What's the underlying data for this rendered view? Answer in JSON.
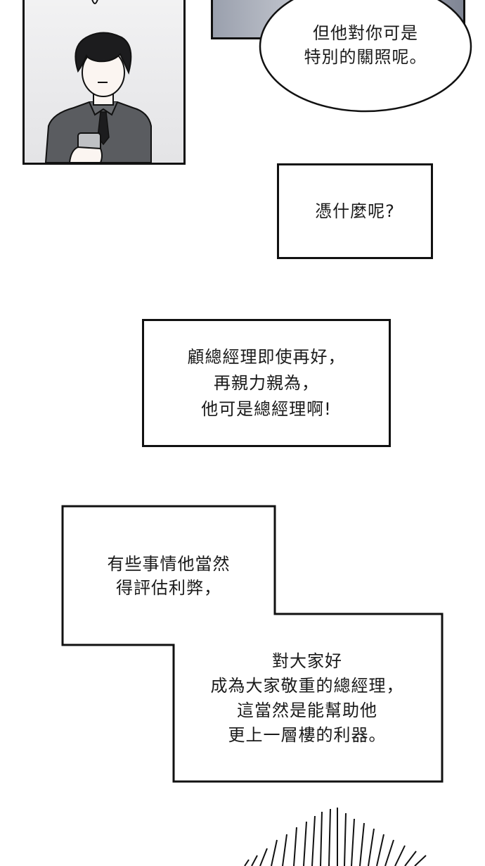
{
  "bubble": {
    "line1": "但他對你可是",
    "line2": "特別的關照呢。"
  },
  "box1": {
    "line1": "憑什麼呢?"
  },
  "box2": {
    "line1": "顧總經理即使再好，",
    "line2": "再親力親為，",
    "line3": "他可是總經理啊!"
  },
  "stair": {
    "upper": {
      "line1": "有些事情他當然",
      "line2": "得評估利弊，"
    },
    "lower": {
      "line1": "對大家好",
      "line2": "成為大家敬重的總經理，",
      "line3": "這當然是能幫助他",
      "line4": "更上一層樓的利器。"
    }
  },
  "colors": {
    "ink": "#111111",
    "shirt": "#5a5c60",
    "hair": "#1c1c1e"
  }
}
